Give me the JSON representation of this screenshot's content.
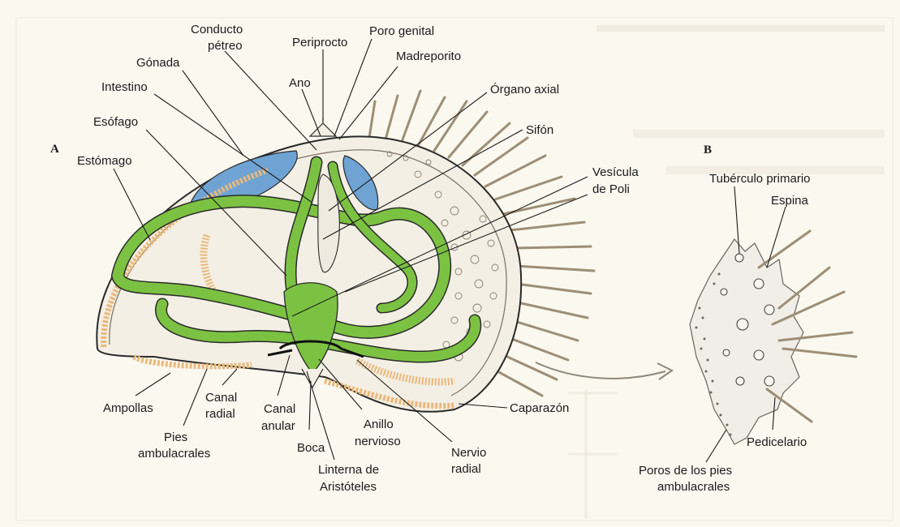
{
  "figure": {
    "panel_a": "A",
    "panel_b": "B",
    "labels": {
      "conducto_petreo_1": "Conducto",
      "conducto_petreo_2": "pétreo",
      "periprocto": "Periprocto",
      "poro_genital": "Poro genital",
      "madreporito": "Madreporito",
      "gonada": "Gónada",
      "intestino": "Intestino",
      "ano": "Ano",
      "organo_axial": "Órgano axial",
      "esofago": "Esófago",
      "sifon": "Sifón",
      "estomago": "Estómago",
      "vesicula_poli_1": "Vesícula",
      "vesicula_poli_2": "de Poli",
      "ampollas": "Ampollas",
      "pies_amb_1": "Pies",
      "pies_amb_2": "ambulacrales",
      "canal_radial_1": "Canal",
      "canal_radial_2": "radial",
      "canal_anular_1": "Canal",
      "canal_anular_2": "anular",
      "boca": "Boca",
      "linterna_1": "Linterna de",
      "linterna_2": "Aristóteles",
      "anillo_nervioso_1": "Anillo",
      "anillo_nervioso_2": "nervioso",
      "nervio_radial_1": "Nervio",
      "nervio_radial_2": "radial",
      "caparazon": "Caparazón",
      "tuberculo_primario": "Tubérculo primario",
      "espina": "Espina",
      "pedicelario": "Pedicelario",
      "poros_pies_1": "Poros de los pies",
      "poros_pies_2": "ambulacrales"
    }
  },
  "colors": {
    "water_vascular": "#7cc242",
    "gonad": "#6fa3d3",
    "nerve_ampullae": "#e9b97c",
    "outline": "#2a2a2a",
    "page": "#fbf8ef"
  }
}
